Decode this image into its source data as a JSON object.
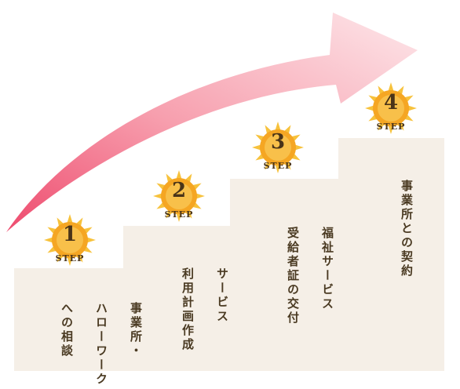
{
  "colors": {
    "arrow_start": "#ee4b6e",
    "arrow_end": "#fde3e7",
    "block": "#f5efe7",
    "sun_ray": "#f7c23c",
    "sun_core": "#f5a623",
    "text": "#4a3a22"
  },
  "steps": [
    {
      "number": "1",
      "step_label": "STEP",
      "lines": [
        "事業所・",
        "ハローワーク",
        "への相談"
      ]
    },
    {
      "number": "2",
      "step_label": "STEP",
      "lines": [
        "サービス",
        "利用計画作成"
      ]
    },
    {
      "number": "3",
      "step_label": "STEP",
      "lines": [
        "福祉サービス",
        "受給者証の交付"
      ]
    },
    {
      "number": "4",
      "step_label": "STEP",
      "lines": [
        "事業所との契約"
      ]
    }
  ]
}
